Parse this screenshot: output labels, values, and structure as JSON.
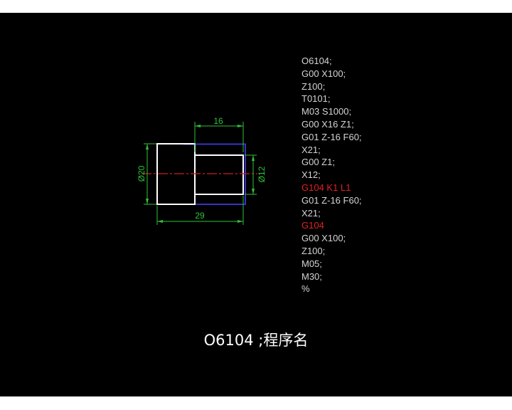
{
  "drawing": {
    "dimensions": {
      "small_length": "16",
      "large_diameter": "Ø20",
      "small_diameter": "Ø12",
      "total_length": "29"
    }
  },
  "program": {
    "lines": [
      {
        "text": "O6104;",
        "highlight": false
      },
      {
        "text": "G00 X100;",
        "highlight": false
      },
      {
        "text": "Z100;",
        "highlight": false
      },
      {
        "text": "T0101;",
        "highlight": false
      },
      {
        "text": "M03 S1000;",
        "highlight": false
      },
      {
        "text": "G00 X16 Z1;",
        "highlight": false
      },
      {
        "text": "G01 Z-16 F60;",
        "highlight": false
      },
      {
        "text": "X21;",
        "highlight": false
      },
      {
        "text": "G00 Z1;",
        "highlight": false
      },
      {
        "text": "X12;",
        "highlight": false
      },
      {
        "text": "G104 K1 L1",
        "highlight": true
      },
      {
        "text": "G01 Z-16 F60;",
        "highlight": false
      },
      {
        "text": "X21;",
        "highlight": false
      },
      {
        "text": "G104",
        "highlight": true
      },
      {
        "text": "G00 X100;",
        "highlight": false
      },
      {
        "text": "Z100;",
        "highlight": false
      },
      {
        "text": "M05;",
        "highlight": false
      },
      {
        "text": "M30;",
        "highlight": false
      },
      {
        "text": "%",
        "highlight": false
      }
    ]
  },
  "subtitle": "O6104 ;程序名",
  "colors": {
    "background": "#000000",
    "outline": "#ffffff",
    "dimension": "#2fc23a",
    "centerline": "#c81e1e",
    "stock": "#3434c4",
    "code_text": "#d4d4d4",
    "code_highlight": "#e42020",
    "subtitle": "#ffffff"
  }
}
